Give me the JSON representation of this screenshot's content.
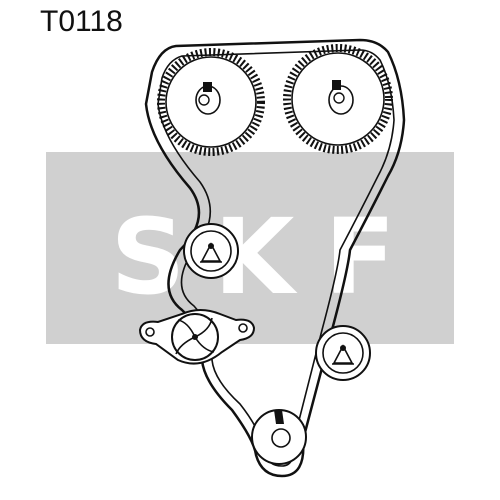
{
  "part_code": "T0118",
  "logo": {
    "text": "SKF",
    "letters": [
      "S",
      "K",
      "F"
    ]
  },
  "components": [
    {
      "name": "camshaft-sprocket-left",
      "kind": "sprocket"
    },
    {
      "name": "camshaft-sprocket-right",
      "kind": "sprocket"
    },
    {
      "name": "idler-pulley-upper",
      "kind": "idler"
    },
    {
      "name": "tensioner-pulley",
      "kind": "tensioner"
    },
    {
      "name": "idler-pulley-right",
      "kind": "idler"
    },
    {
      "name": "crankshaft-sprocket",
      "kind": "sprocket"
    },
    {
      "name": "timing-belt",
      "kind": "belt"
    }
  ],
  "colors": {
    "logo_band": "#d0d0d0",
    "logo_letters": "#ffffff",
    "line": "#111111",
    "background": "#ffffff"
  }
}
